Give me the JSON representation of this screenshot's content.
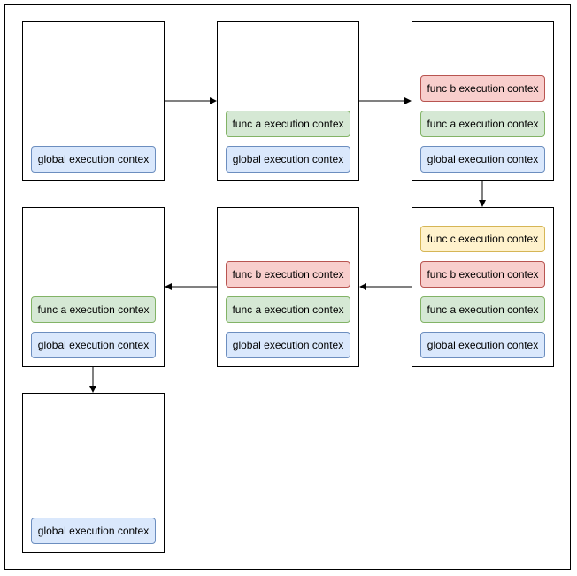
{
  "colors": {
    "global": "#dae8fc",
    "func_a": "#d5e8d4",
    "func_b": "#f8cecc",
    "func_c": "#fff2cc"
  },
  "labels": {
    "global": "global execution contex",
    "func_a": "func a execution contex",
    "func_b": "func b execution contex",
    "func_c": "func c execution contex"
  }
}
